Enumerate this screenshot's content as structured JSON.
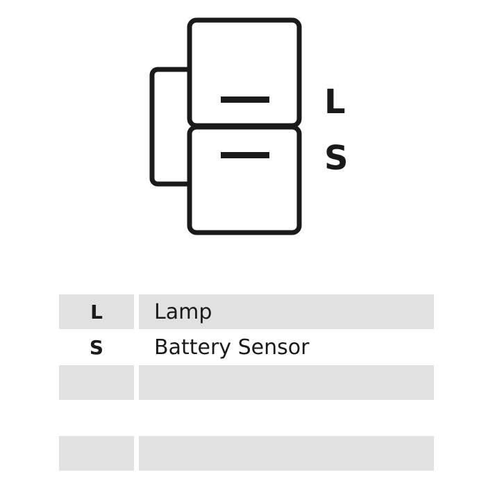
{
  "connector": {
    "pins": [
      {
        "code": "L"
      },
      {
        "code": "S"
      }
    ]
  },
  "legend": {
    "rows": [
      {
        "code": "L",
        "label": "Lamp",
        "shaded": true
      },
      {
        "code": "S",
        "label": "Battery Sensor",
        "shaded": false
      },
      {
        "code": "",
        "label": "",
        "shaded": true
      },
      {
        "code": "",
        "label": "",
        "shaded": false
      },
      {
        "code": "",
        "label": "",
        "shaded": true
      }
    ]
  },
  "colors": {
    "stroke": "#1a1a1a",
    "row_shade": "#e1e1e1"
  }
}
